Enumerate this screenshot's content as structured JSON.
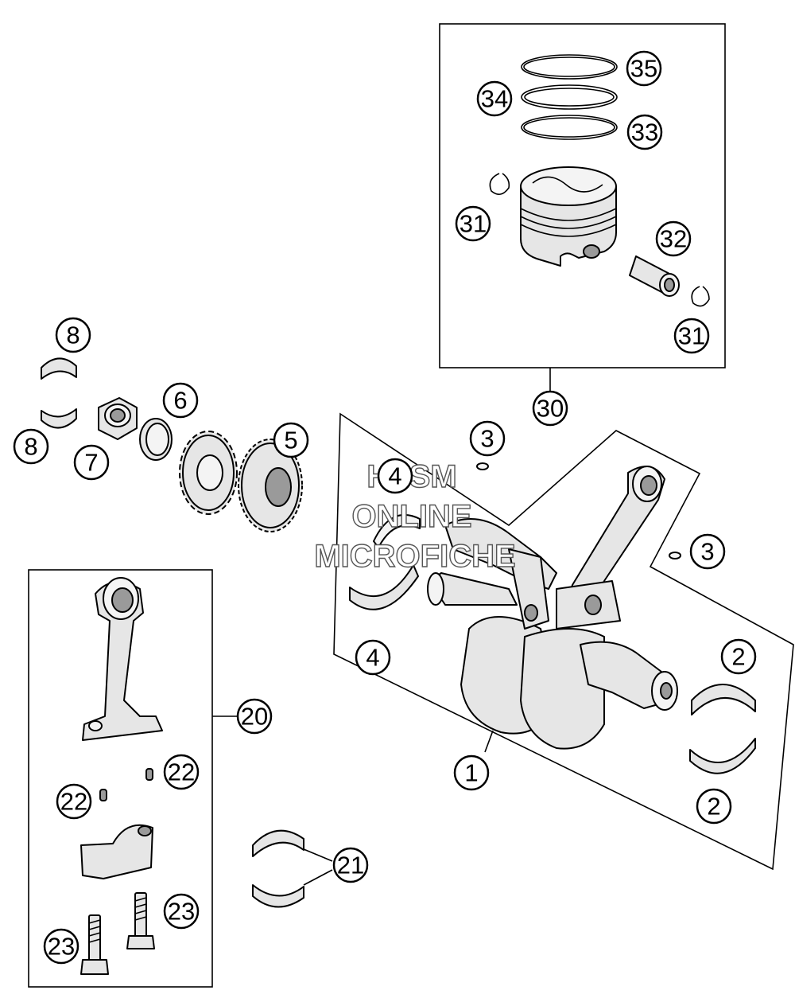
{
  "watermark": {
    "line1": "HLSM",
    "line2": "ONLINE",
    "line3": "MICROFICHE"
  },
  "callouts": {
    "c1": "1",
    "c2a": "2",
    "c2b": "2",
    "c3a": "3",
    "c3b": "3",
    "c4a": "4",
    "c4b": "4",
    "c5": "5",
    "c6": "6",
    "c7": "7",
    "c8a": "8",
    "c8b": "8",
    "c20": "20",
    "c21": "21",
    "c22a": "22",
    "c22b": "22",
    "c23a": "23",
    "c23b": "23",
    "c30": "30",
    "c31a": "31",
    "c31b": "31",
    "c32": "32",
    "c33": "33",
    "c34": "34",
    "c35": "35"
  },
  "colors": {
    "line": "#000000",
    "part_fill": "#e6e6e6",
    "background": "#ffffff"
  }
}
